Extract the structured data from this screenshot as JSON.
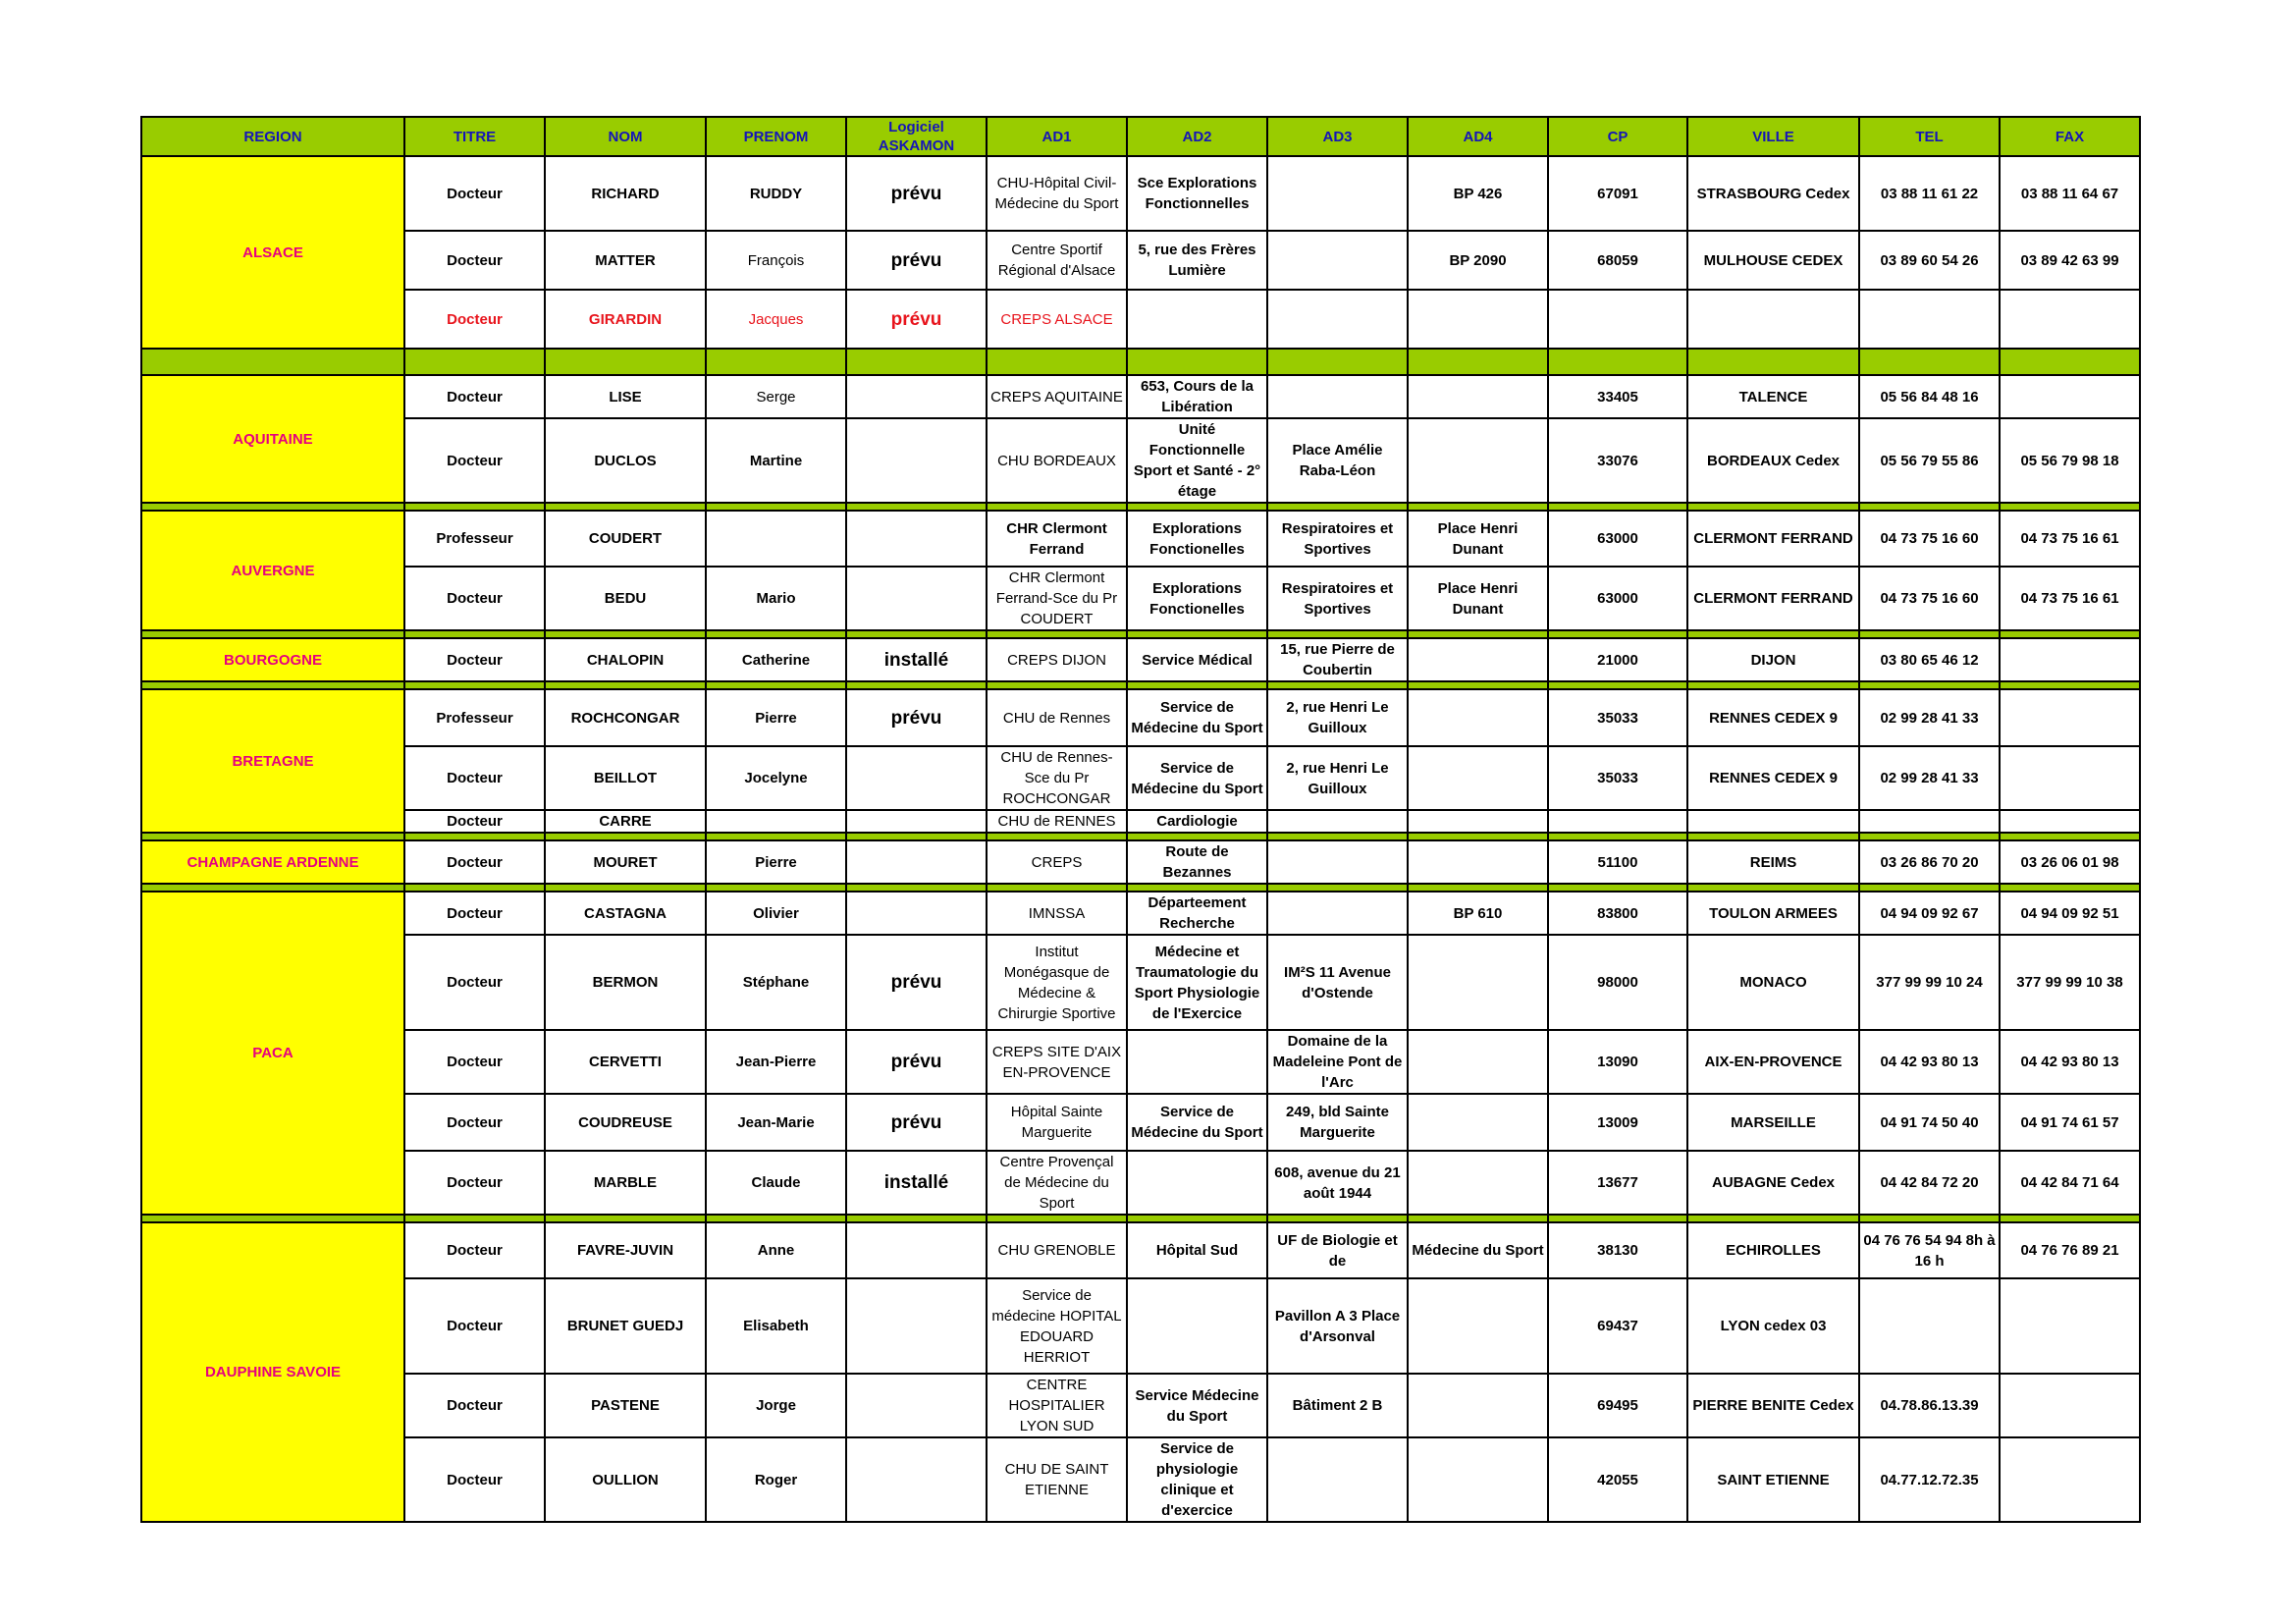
{
  "colors": {
    "header_bg": "#99cc00",
    "header_text": "#1515b8",
    "region_bg": "#ffff00",
    "region_text": "#e6007e",
    "highlight_text": "#e8141c"
  },
  "columns": [
    "REGION",
    "TITRE",
    "NOM",
    "PRENOM",
    "Logiciel ASKAMON",
    "AD1",
    "AD2",
    "AD3",
    "AD4",
    "CP",
    "VILLE",
    "TEL",
    "FAX"
  ],
  "regions": [
    {
      "name": "ALSACE",
      "rows": [
        {
          "titre": "Docteur",
          "nom": "RICHARD",
          "prenom": "RUDDY",
          "logiciel": "prévu",
          "ad1": "CHU-Hôpital Civil-Médecine du Sport",
          "ad2": "Sce Explorations Fonctionnelles",
          "ad3": "",
          "ad4": "BP 426",
          "cp": "67091",
          "ville": "STRASBOURG Cedex",
          "tel": "03 88 11 61 22",
          "fax": "03 88 11 64 67"
        },
        {
          "titre": "Docteur",
          "nom": "MATTER",
          "prenom": "François",
          "logiciel": "prévu",
          "ad1": "Centre Sportif Régional d'Alsace",
          "ad2": "5, rue des Frères Lumière",
          "ad3": "",
          "ad4": "BP 2090",
          "cp": "68059",
          "ville": "MULHOUSE CEDEX",
          "tel": "03 89 60 54 26",
          "fax": "03 89 42 63 99"
        },
        {
          "titre": "Docteur",
          "nom": "GIRARDIN",
          "prenom": "Jacques",
          "logiciel": "prévu",
          "ad1": "CREPS ALSACE",
          "ad2": "",
          "ad3": "",
          "ad4": "",
          "cp": "",
          "ville": "",
          "tel": "",
          "fax": ""
        }
      ]
    },
    {
      "name": "AQUITAINE",
      "rows": [
        {
          "titre": "Docteur",
          "nom": "LISE",
          "prenom": "Serge",
          "logiciel": "",
          "ad1": "CREPS AQUITAINE",
          "ad2": "653, Cours de la Libération",
          "ad3": "",
          "ad4": "",
          "cp": "33405",
          "ville": "TALENCE",
          "tel": "05 56 84 48 16",
          "fax": ""
        },
        {
          "titre": "Docteur",
          "nom": "DUCLOS",
          "prenom": "Martine",
          "logiciel": "",
          "ad1": "CHU BORDEAUX",
          "ad2": "Unité Fonctionnelle Sport et Santé - 2° étage",
          "ad3": "Place Amélie Raba-Léon",
          "ad4": "",
          "cp": "33076",
          "ville": "BORDEAUX Cedex",
          "tel": "05 56 79 55 86",
          "fax": "05 56 79 98 18"
        }
      ]
    },
    {
      "name": "AUVERGNE",
      "rows": [
        {
          "titre": "Professeur",
          "nom": "COUDERT",
          "prenom": "",
          "logiciel": "",
          "ad1": "CHR Clermont Ferrand",
          "ad2": "Explorations Fonctionelles",
          "ad3": "Respiratoires et Sportives",
          "ad4": "Place Henri Dunant",
          "cp": "63000",
          "ville": "CLERMONT FERRAND",
          "tel": "04 73 75 16 60",
          "fax": "04 73 75 16 61"
        },
        {
          "titre": "Docteur",
          "nom": "BEDU",
          "prenom": "Mario",
          "logiciel": "",
          "ad1": "CHR Clermont Ferrand-Sce du Pr COUDERT",
          "ad2": "Explorations Fonctionelles",
          "ad3": "Respiratoires et Sportives",
          "ad4": "Place Henri Dunant",
          "cp": "63000",
          "ville": "CLERMONT FERRAND",
          "tel": "04 73 75 16 60",
          "fax": "04 73 75 16 61"
        }
      ]
    },
    {
      "name": "BOURGOGNE",
      "rows": [
        {
          "titre": "Docteur",
          "nom": "CHALOPIN",
          "prenom": "Catherine",
          "logiciel": "installé",
          "ad1": "CREPS DIJON",
          "ad2": "Service Médical",
          "ad3": "15, rue Pierre de Coubertin",
          "ad4": "",
          "cp": "21000",
          "ville": "DIJON",
          "tel": "03 80 65 46 12",
          "fax": ""
        }
      ]
    },
    {
      "name": "BRETAGNE",
      "rows": [
        {
          "titre": "Professeur",
          "nom": "ROCHCONGAR",
          "prenom": "Pierre",
          "logiciel": "prévu",
          "ad1": "CHU de Rennes",
          "ad2": "Service de Médecine du Sport",
          "ad3": "2, rue Henri Le Guilloux",
          "ad4": "",
          "cp": "35033",
          "ville": "RENNES CEDEX 9",
          "tel": "02 99 28 41 33",
          "fax": ""
        },
        {
          "titre": "Docteur",
          "nom": "BEILLOT",
          "prenom": "Jocelyne",
          "logiciel": "",
          "ad1": "CHU de Rennes-Sce du Pr ROCHCONGAR",
          "ad2": "Service de Médecine du Sport",
          "ad3": "2, rue Henri Le Guilloux",
          "ad4": "",
          "cp": "35033",
          "ville": "RENNES CEDEX 9",
          "tel": "02 99 28 41 33",
          "fax": ""
        },
        {
          "titre": "Docteur",
          "nom": "CARRE",
          "prenom": "",
          "logiciel": "",
          "ad1": "CHU de RENNES",
          "ad2": "Cardiologie",
          "ad3": "",
          "ad4": "",
          "cp": "",
          "ville": "",
          "tel": "",
          "fax": ""
        }
      ]
    },
    {
      "name": "CHAMPAGNE ARDENNE",
      "rows": [
        {
          "titre": "Docteur",
          "nom": "MOURET",
          "prenom": "Pierre",
          "logiciel": "",
          "ad1": "CREPS",
          "ad2": "Route de Bezannes",
          "ad3": "",
          "ad4": "",
          "cp": "51100",
          "ville": "REIMS",
          "tel": "03 26 86 70 20",
          "fax": "03 26 06 01 98"
        }
      ]
    },
    {
      "name": "PACA",
      "rows": [
        {
          "titre": "Docteur",
          "nom": "CASTAGNA",
          "prenom": "Olivier",
          "logiciel": "",
          "ad1": "IMNSSA",
          "ad2": "Départeement Recherche",
          "ad3": "",
          "ad4": "BP 610",
          "cp": "83800",
          "ville": "TOULON ARMEES",
          "tel": "04 94 09 92 67",
          "fax": "04 94 09 92 51"
        },
        {
          "titre": "Docteur",
          "nom": "BERMON",
          "prenom": "Stéphane",
          "logiciel": "prévu",
          "ad1": "Institut Monégasque de Médecine & Chirurgie Sportive",
          "ad2": "Médecine et Traumatologie du Sport Physiologie de l'Exercice",
          "ad3": "IM²S 11 Avenue d'Ostende",
          "ad4": "",
          "cp": "98000",
          "ville": "MONACO",
          "tel": "377 99 99 10 24",
          "fax": "377 99 99 10 38"
        },
        {
          "titre": "Docteur",
          "nom": "CERVETTI",
          "prenom": "Jean-Pierre",
          "logiciel": "prévu",
          "ad1": "CREPS SITE D'AIX EN-PROVENCE",
          "ad2": "",
          "ad3": "Domaine de la Madeleine Pont de l'Arc",
          "ad4": "",
          "cp": "13090",
          "ville": "AIX-EN-PROVENCE",
          "tel": "04 42 93 80 13",
          "fax": "04 42 93 80 13"
        },
        {
          "titre": "Docteur",
          "nom": "COUDREUSE",
          "prenom": "Jean-Marie",
          "logiciel": "prévu",
          "ad1": "Hôpital Sainte Marguerite",
          "ad2": "Service de Médecine du Sport",
          "ad3": "249, bld Sainte Marguerite",
          "ad4": "",
          "cp": "13009",
          "ville": "MARSEILLE",
          "tel": "04 91 74 50 40",
          "fax": "04 91 74 61 57"
        },
        {
          "titre": "Docteur",
          "nom": "MARBLE",
          "prenom": "Claude",
          "logiciel": "installé",
          "ad1": "Centre Provençal de Médecine du Sport",
          "ad2": "",
          "ad3": "608, avenue du 21 août 1944",
          "ad4": "",
          "cp": "13677",
          "ville": "AUBAGNE Cedex",
          "tel": "04 42 84 72 20",
          "fax": "04 42 84 71 64"
        }
      ]
    },
    {
      "name": "DAUPHINE SAVOIE",
      "rows": [
        {
          "titre": "Docteur",
          "nom": "FAVRE-JUVIN",
          "prenom": "Anne",
          "logiciel": "",
          "ad1": "CHU GRENOBLE",
          "ad2": "Hôpital Sud",
          "ad3": "UF de Biologie et de",
          "ad4": "Médecine du Sport",
          "cp": "38130",
          "ville": "ECHIROLLES",
          "tel": "04 76 76 54 94 8h à 16 h",
          "fax": "04 76 76 89 21"
        },
        {
          "titre": "Docteur",
          "nom": "BRUNET GUEDJ",
          "prenom": "Elisabeth",
          "logiciel": "",
          "ad1": "Service de médecine HOPITAL EDOUARD HERRIOT",
          "ad2": "",
          "ad3": "Pavillon A 3 Place d'Arsonval",
          "ad4": "",
          "cp": "69437",
          "ville": "LYON cedex 03",
          "tel": "",
          "fax": ""
        },
        {
          "titre": "Docteur",
          "nom": "PASTENE",
          "prenom": "Jorge",
          "logiciel": "",
          "ad1": "CENTRE HOSPITALIER LYON SUD",
          "ad2": "Service Médecine du Sport",
          "ad3": "Bâtiment 2 B",
          "ad4": "",
          "cp": "69495",
          "ville": "PIERRE BENITE Cedex",
          "tel": "04.78.86.13.39",
          "fax": ""
        },
        {
          "titre": "Docteur",
          "nom": "OULLION",
          "prenom": "Roger",
          "logiciel": "",
          "ad1": "CHU DE SAINT ETIENNE",
          "ad2": "Service de physiologie clinique et d'exercice",
          "ad3": "",
          "ad4": "",
          "cp": "42055",
          "ville": "SAINT ETIENNE",
          "tel": "04.77.12.72.35",
          "fax": ""
        }
      ]
    }
  ]
}
